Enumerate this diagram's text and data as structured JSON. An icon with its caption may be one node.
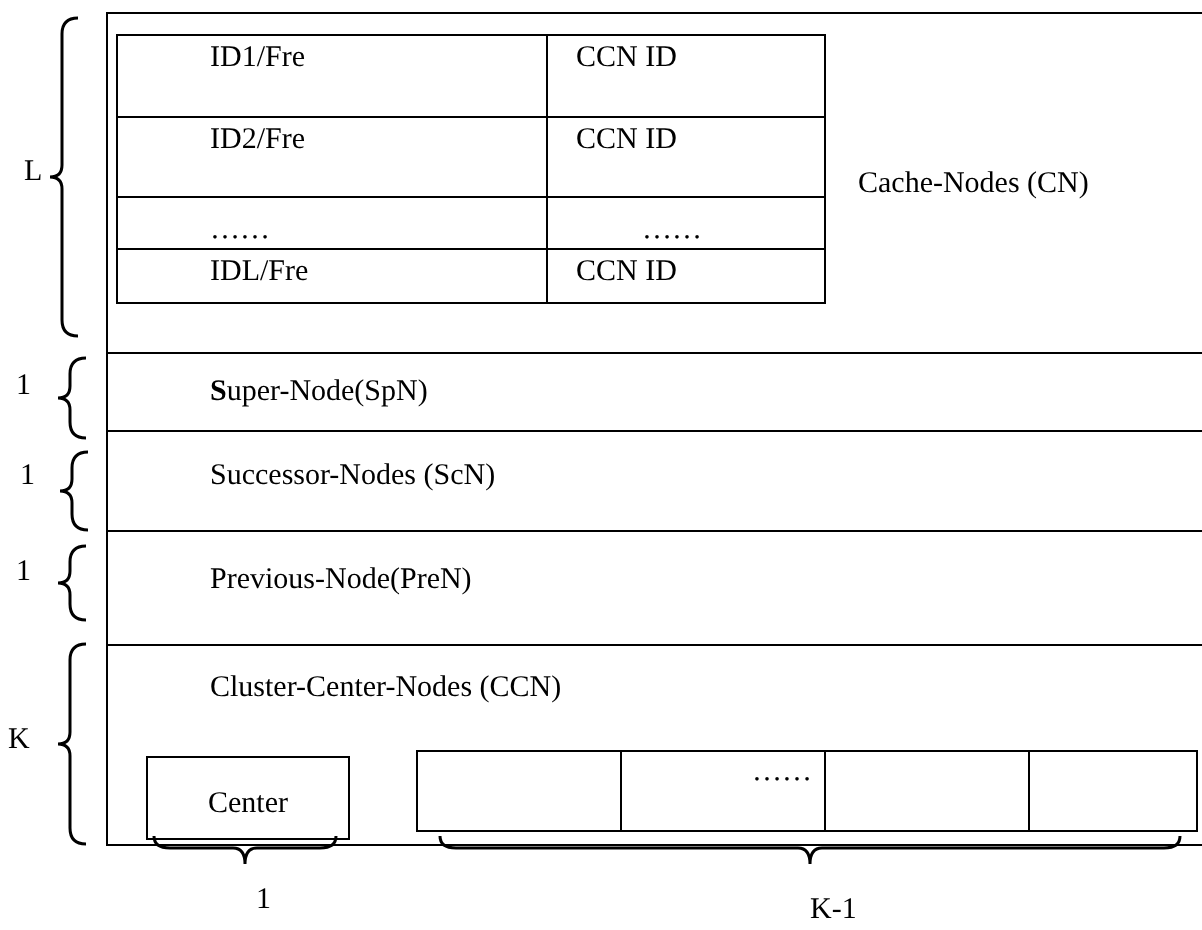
{
  "diagram": {
    "nodes": [
      {
        "text": [
          "Cache-Nodes (CN)"
        ]
      },
      {
        "text": [
          "**S**uper-Node(SpN)"
        ]
      },
      {
        "text": [
          "Successor-Nodes (ScN)"
        ]
      },
      {
        "text": [
          "Previous-Node(PreN)"
        ]
      },
      {
        "text": [
          "Cluster-Center-Nodes (CCN)"
        ]
      },
      {
        "text": [
          "Center"
        ],
        "in": 4
      },
      {
        "text": [],
        "shape": "box",
        "in": 4
      },
      {
        "text": [],
        "shape": "box",
        "in": 4
      },
      {
        "text": [],
        "shape": "box",
        "in": 4
      },
      {
        "text": [],
        "shape": "box",
        "in": 4
      }
    ],
    "labels": [
      "L",
      "ID1/Fre",
      "CCN ID",
      "ID2/Fre",
      "CCN ID",
      "……",
      "……",
      "IDL/Fre",
      "CCN ID",
      "1",
      "1",
      "1",
      "K",
      "……",
      "1",
      "K-1"
    ]
  }
}
